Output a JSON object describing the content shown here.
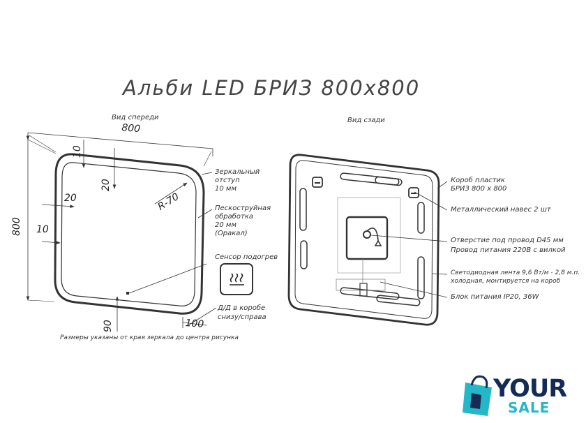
{
  "title": "Альби LED БРИЗ 800х800",
  "front": {
    "view_label": "Вид спереди",
    "width": "800",
    "height": "800",
    "top_offset": "10",
    "inner_offset": "20",
    "side_offset_20": "20",
    "side_offset_10": "10",
    "radius": "R-70",
    "bottom_90": "90",
    "bottom_100": "100",
    "mirror_offset_lines": [
      "Зеркальный",
      "отступ",
      "10 мм"
    ],
    "sandblast_lines": [
      "Пескоструйная",
      "обработка",
      "20 мм",
      "(Оракал)"
    ],
    "sensor_label": "Сенсор подогрев",
    "box_lines": [
      "Д/Д в коробе",
      "снизу/справа"
    ],
    "footnote": "Размеры указаны от края зеркала до центра рисунка"
  },
  "back": {
    "view_label": "Вид сзади",
    "labels": [
      "Короб пластик",
      "БРИЗ 800 х 800",
      "Металлический навес 2 шт",
      "Отверстие под провод D45 мм",
      "Провод питания 220В с вилкой",
      "Светодиодная лента 9,6 Вт/м - 2,8 м.п.",
      "холодная, монтируется на короб",
      "Блок питания IP20, 36W"
    ]
  },
  "logo": {
    "word1": "YOUR",
    "word2": "SALE"
  },
  "colors": {
    "line": "#333333",
    "logo_dark": "#152b55",
    "logo_accent": "#24b7c8"
  },
  "icons": [
    "heat-sensor-icon",
    "shopping-bag-icon"
  ]
}
